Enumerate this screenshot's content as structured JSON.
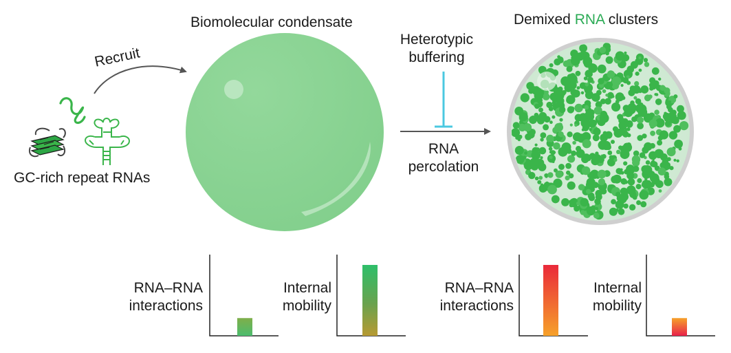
{
  "left_panel": {
    "recruit_label": "Recruit",
    "rna_label": "GC-rich repeat RNAs"
  },
  "condensate": {
    "title": "Biomolecular condensate"
  },
  "transition": {
    "buffering_line1": "Heterotypic",
    "buffering_line2": "buffering",
    "percolation_line1": "RNA",
    "percolation_line2": "percolation"
  },
  "demixed": {
    "title_before": "Demixed ",
    "title_highlight": "RNA",
    "title_after": " clusters"
  },
  "bar_panels": [
    {
      "label_line1": "RNA–RNA",
      "label_line2": "interactions",
      "level": 0.25,
      "gradient": "green-to-orange"
    },
    {
      "label_line1": "Internal",
      "label_line2": "mobility",
      "level": 1.0,
      "gradient": "green-to-olive"
    },
    {
      "label_line1": "RNA–RNA",
      "label_line2": "interactions",
      "level": 1.0,
      "gradient": "red-to-orange"
    },
    {
      "label_line1": "Internal",
      "label_line2": "mobility",
      "level": 0.25,
      "gradient": "orange-to-red"
    }
  ],
  "colors": {
    "droplet_green": "#88d291",
    "cluster_green": "#3ab54a",
    "inhibit_blue": "#4bc8e0",
    "arrow_gray": "#555555",
    "dish_fill": "#cfe9d3",
    "dish_rim": "#c9c9c9"
  }
}
